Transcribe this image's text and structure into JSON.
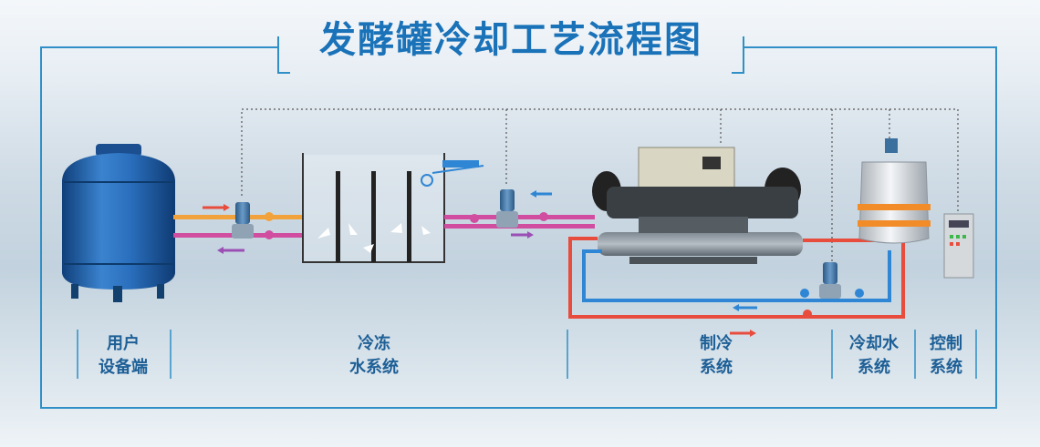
{
  "title": "发酵罐冷却工艺流程图",
  "sections": {
    "user": {
      "line1": "用户",
      "line2": "设备端"
    },
    "chilled": {
      "line1": "冷冻",
      "line2": "水系统"
    },
    "refrig": {
      "line1": "制冷",
      "line2": "系统"
    },
    "cooling": {
      "line1": "冷却水",
      "line2": "系统"
    },
    "control": {
      "line1": "控制",
      "line2": "系统"
    }
  },
  "colors": {
    "frame": "#2f8fc6",
    "title": "#1a72b8",
    "hot_pipe": "#e84c3d",
    "cold_pipe": "#2f86d4",
    "orange_pipe": "#f2a23a",
    "magenta_pipe": "#d04da0",
    "arrow_purple": "#9b4fb5",
    "tank_blue": "#1f5fa8"
  }
}
